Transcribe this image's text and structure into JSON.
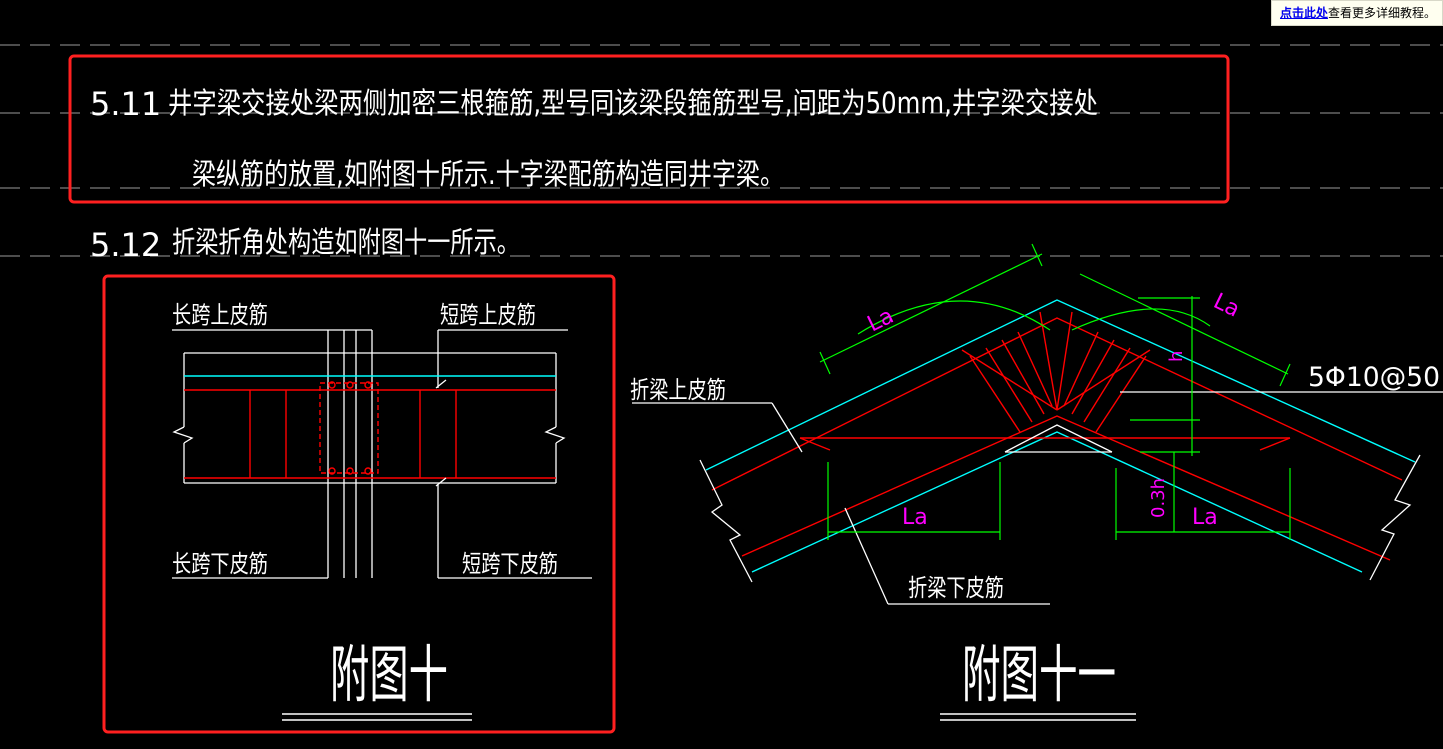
{
  "tooltip": {
    "link_label": "点击此处",
    "rest_label": "查看更多详细教程。"
  },
  "notes": {
    "n511_num": "5.11",
    "n511_line1": "井字梁交接处梁两侧加密三根箍筋,型号同该梁段箍筋型号,间距为50mm,井字梁交接处",
    "n511_line2": "梁纵筋的放置,如附图十所示.十字梁配筋构造同井字梁。",
    "n512_num": "5.12",
    "n512_line": "折梁折角处构造如附图十一所示。"
  },
  "fig10": {
    "long_top": "长跨上皮筋",
    "short_top": "短跨上皮筋",
    "long_bottom": "长跨下皮筋",
    "short_bottom": "短跨下皮筋",
    "title": "附图十"
  },
  "fig11": {
    "top_bar": "折梁上皮筋",
    "bottom_bar": "折梁下皮筋",
    "stirrup": "5Φ10@50",
    "la": "La",
    "h": "h",
    "h03": "0.3h",
    "title": "附图十一"
  },
  "colors": {
    "background": "#000000",
    "text": "#ffffff",
    "rebar_red": "#ff0000",
    "cyan": "#00ffff",
    "green": "#00ff00",
    "magenta": "#ff00ff",
    "highlight_box": "#ff2020",
    "guide_dash": "#b0b0b0"
  }
}
